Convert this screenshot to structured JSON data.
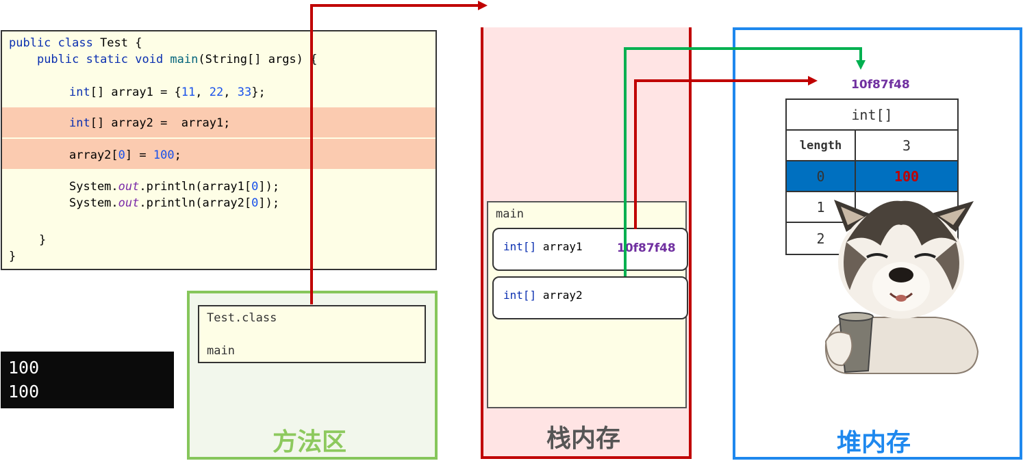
{
  "code": {
    "lines": [
      "public class Test {",
      "    public static void main(String[] args) {",
      "int[] array1 = {11, 22, 33};",
      "int[] array2 =  array1;",
      "array2[0] = 100;",
      "System.out.println(array1[0]);",
      "System.out.println(array2[0]);",
      "}",
      "}"
    ]
  },
  "console": {
    "lines": [
      "100",
      "100"
    ]
  },
  "method_area": {
    "title": "方法区",
    "class_name": "Test.class",
    "method": "main"
  },
  "stack": {
    "title": "栈内存",
    "frame": "main",
    "vars": [
      {
        "type": "int[]",
        "name": "array1",
        "value": "10f87f48"
      },
      {
        "type": "int[]",
        "name": "array2",
        "value": ""
      }
    ]
  },
  "heap": {
    "title": "堆内存",
    "address": "10f87f48",
    "array": {
      "type": "int[]",
      "length_label": "length",
      "length": "3",
      "rows": [
        {
          "index": "0",
          "value": "100"
        },
        {
          "index": "1",
          "value": ""
        },
        {
          "index": "2",
          "value": ""
        }
      ]
    }
  },
  "colors": {
    "method_area_border": "#86c65b",
    "stack_border": "#c00000",
    "heap_border": "#1e88ee",
    "highlight_row": "#0070c0",
    "arrow_red": "#c00000",
    "arrow_green": "#00b050",
    "address_purple": "#7030a0"
  },
  "image": {
    "description": "husky dog holding a cup",
    "icon": "husky-dog-meme"
  }
}
